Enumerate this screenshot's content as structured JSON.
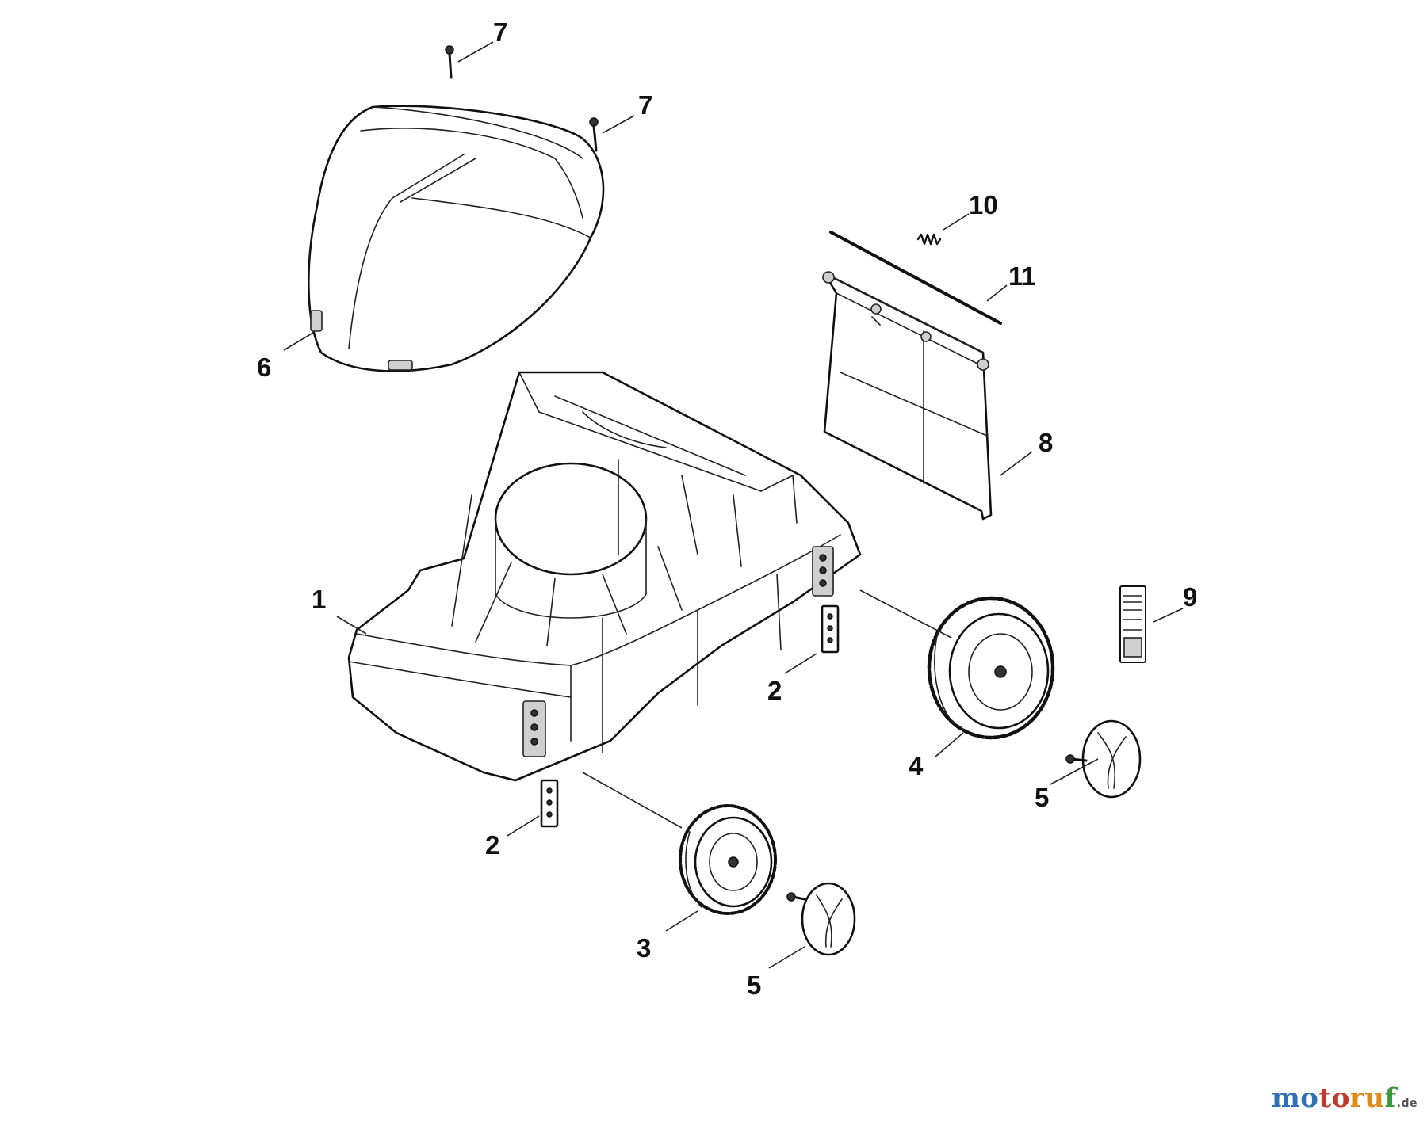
{
  "diagram": {
    "callouts": [
      {
        "id": "c1",
        "label": "1"
      },
      {
        "id": "c2a",
        "label": "2"
      },
      {
        "id": "c2b",
        "label": "2"
      },
      {
        "id": "c3",
        "label": "3"
      },
      {
        "id": "c4",
        "label": "4"
      },
      {
        "id": "c5a",
        "label": "5"
      },
      {
        "id": "c5b",
        "label": "5"
      },
      {
        "id": "c6",
        "label": "6"
      },
      {
        "id": "c7a",
        "label": "7"
      },
      {
        "id": "c7b",
        "label": "7"
      },
      {
        "id": "c8",
        "label": "8"
      },
      {
        "id": "c9",
        "label": "9"
      },
      {
        "id": "c10",
        "label": "10"
      },
      {
        "id": "c11",
        "label": "11"
      }
    ]
  },
  "watermark": {
    "logo_text": "motoruf",
    "tld": ".de",
    "colors": [
      "#2e6fb5",
      "#c0392b",
      "#e08a1e",
      "#3a9a3a"
    ]
  }
}
